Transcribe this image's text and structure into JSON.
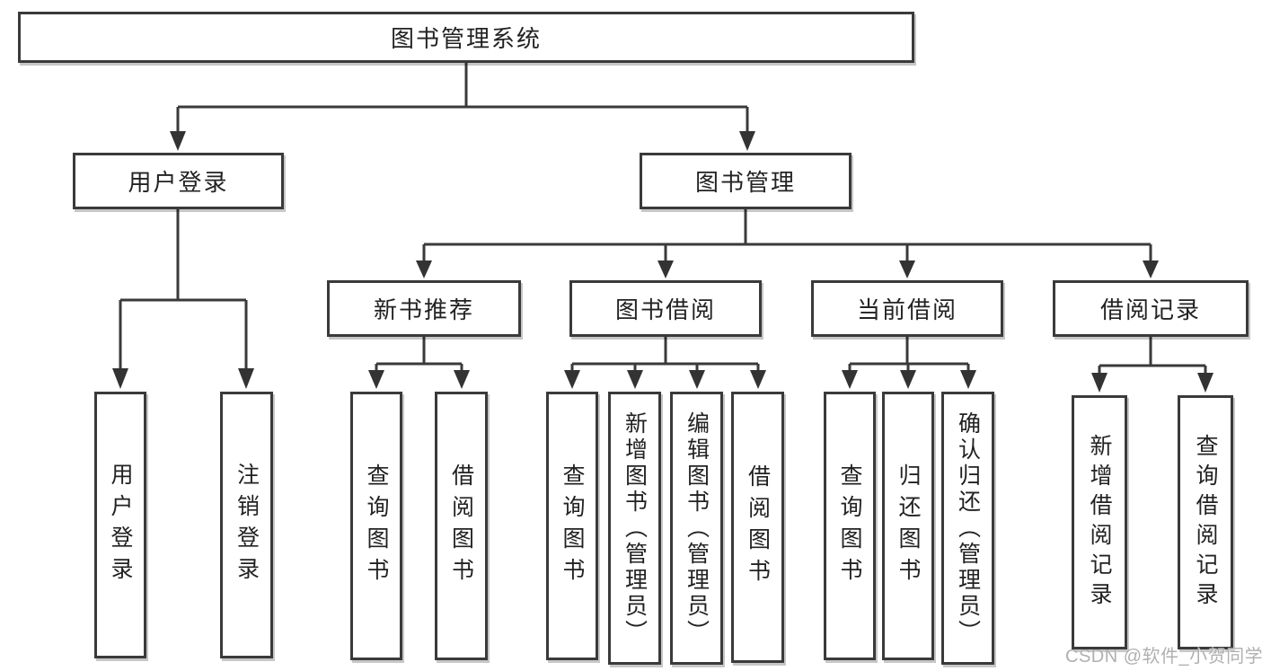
{
  "diagram": {
    "title": "图书管理系统",
    "branches": [
      {
        "label": "用户登录",
        "children": [
          {
            "label": "用户登录"
          },
          {
            "label": "注销登录"
          }
        ]
      },
      {
        "label": "图书管理",
        "children": [
          {
            "label": "新书推荐",
            "children": [
              {
                "label": "查询图书"
              },
              {
                "label": "借阅图书"
              }
            ]
          },
          {
            "label": "图书借阅",
            "children": [
              {
                "label": "查询图书"
              },
              {
                "label": "新增图书（管理员）"
              },
              {
                "label": "编辑图书（管理员）"
              },
              {
                "label": "借阅图书"
              }
            ]
          },
          {
            "label": "当前借阅",
            "children": [
              {
                "label": "查询图书"
              },
              {
                "label": "归还图书"
              },
              {
                "label": "确认归还（管理员）"
              }
            ]
          },
          {
            "label": "借阅记录",
            "children": [
              {
                "label": "新增借阅记录"
              },
              {
                "label": "查询借阅记录"
              }
            ]
          }
        ]
      }
    ]
  },
  "watermark": {
    "text": "CSDN @软件_小贺同学"
  },
  "colors": {
    "line": "#3a3a3a",
    "arrow": "#333333",
    "text": "#222222",
    "watermark_text": "#b0b0b0",
    "background": "#ffffff"
  }
}
